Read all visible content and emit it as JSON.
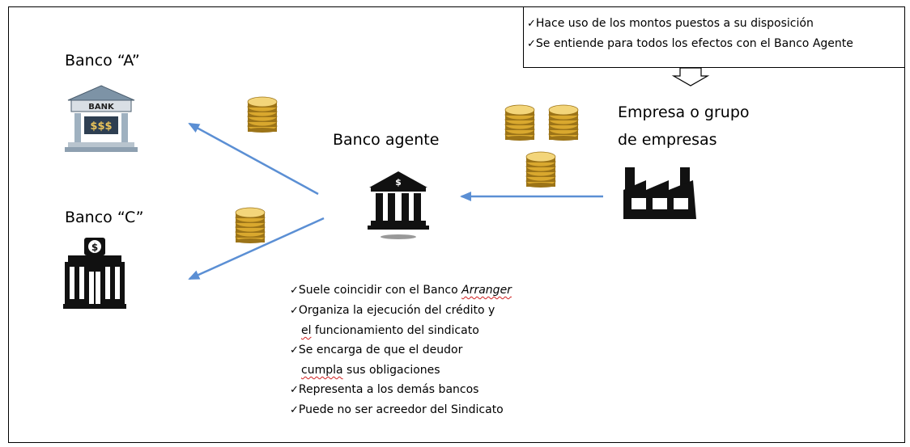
{
  "nodes": {
    "bank_a": "Banco “A”",
    "bank_c": "Banco “C”",
    "agent_bank": "Banco agente",
    "company_line1": "Empresa o grupo",
    "company_line2": "de empresas"
  },
  "bank_a_sign": {
    "top": "BANK",
    "bottom": "$$$"
  },
  "bank_c_sign": "$",
  "agent_sign": "$",
  "company_box": {
    "check": "✓",
    "items": [
      "Hace uso de los montos puestos a su disposición",
      "Se entiende para todos los efectos con el Banco Agente"
    ]
  },
  "agent_notes": {
    "check": "✓",
    "item1_prefix": "Suele coincidir con el Banco ",
    "item1_italic": "Arranger",
    "item2_line1": "Organiza la ejecución del crédito y",
    "item2_word1": "el",
    "item2_rest": " funcionamiento del sindicato",
    "item3_line1": "Se encarga de que el deudor",
    "item3_word1": "cumpla",
    "item3_rest": " sus obligaciones",
    "item4": "Representa a los demás bancos",
    "item5": "Puede no ser acreedor del Sindicato"
  },
  "colors": {
    "arrow": "#5b8fd4",
    "coin_gold": "#d9a82e",
    "coin_dark": "#9c7418",
    "coin_light": "#f3d57a",
    "icon_dark": "#111111",
    "bank_blue_grey": "#7d93a6",
    "misspell_underline": "#d02020"
  },
  "icons": [
    "bank-a-icon",
    "bank-c-icon",
    "agent-bank-icon",
    "factory-icon",
    "coin-stack-icon",
    "down-arrow-icon"
  ]
}
